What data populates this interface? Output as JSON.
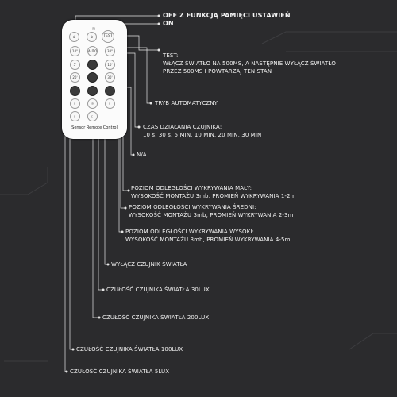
{
  "remote": {
    "brand_label": "Sensor Remote Control",
    "buttons": {
      "test": "TEST",
      "auto": "AUTO",
      "t10s": "10\"",
      "t30s": "30\"",
      "t5m": "5'",
      "t10m": "10'",
      "t20m": "20'",
      "t30m": "30'"
    }
  },
  "labels": {
    "off": "OFF Z FUNKCJĄ PAMIĘCI USTAWIEŃ",
    "on": "ON",
    "test_line1": "TEST:",
    "test_line2": "WŁĄCZ ŚWIATŁO NA 500MS, A NASTĘPNIE WYŁĄCZ ŚWIATŁO",
    "test_line3": "PRZEZ 500MS I POWTARZAJ TEN STAN",
    "auto": "TRYB AUTOMATYCZNY",
    "time_line1": "CZAS DZIAŁANIA CZUJNIKA:",
    "time_line2": "10 s, 30 s, 5 MIN, 10 MIN, 20 MIN, 30 MIN",
    "na": "N/A",
    "range_low_line1": "POZIOM ODLEGŁOŚCI WYKRYWANIA MAŁY:",
    "range_low_line2": "WYSOKOŚĆ MONTAŻU 3mb, PROMIEŃ WYKRYWANIA 1-2m",
    "range_mid_line1": "POZIOM ODLEGŁOŚCI WYKRYWANIA ŚREDNI:",
    "range_mid_line2": "WYSOKOŚĆ MONTAŻU 3mb, PROMIEŃ WYKRYWANIA 2-3m",
    "range_high_line1": "POZIOM ODLEGŁOŚCI WYKRYWANIA WYSOKI:",
    "range_high_line2": "WYSOKOŚĆ MONTAŻU 3mb, PROMIEŃ WYKRYWANIA 4-5m",
    "light_off": "WYŁĄCZ CZUJNIK ŚWIATŁA",
    "lux30": "CZUŁOŚĆ CZUJNIKA ŚWIATŁA 30LUX",
    "lux200": "CZUŁOŚĆ CZUJNIKA ŚWIATŁA 200LUX",
    "lux100": "CZUŁOŚĆ CZUJNIKA ŚWIATŁA 100LUX",
    "lux5": "CZUŁOŚĆ CZUJNIKA ŚWIATŁA 5LUX"
  }
}
